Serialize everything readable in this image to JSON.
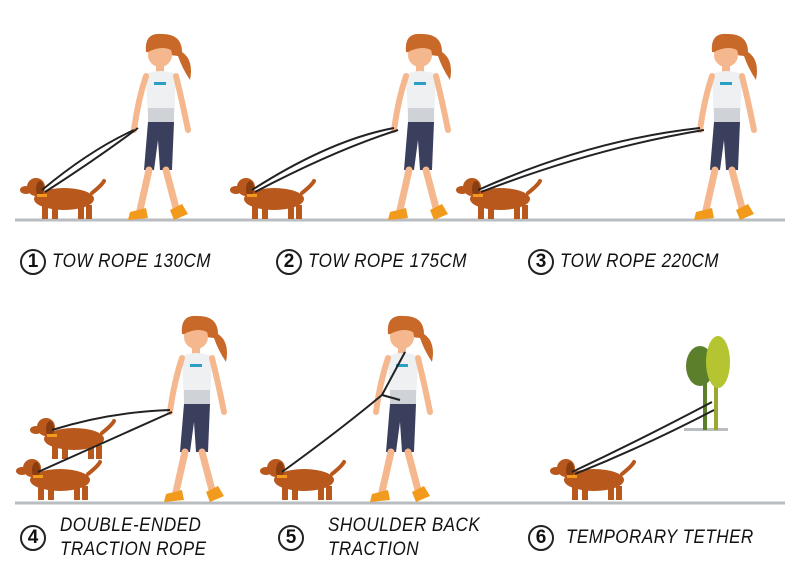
{
  "colors": {
    "hair": "#c8692a",
    "skin": "#f5b88e",
    "top": "#eef0f2",
    "pants": "#3b3f5e",
    "shoe": "#f29a1c",
    "dog": "#b8581c",
    "ground": "#b9bcc0",
    "tree_dark": "#5b7f2a",
    "tree_light": "#b5c531"
  },
  "items": [
    {
      "number": "1",
      "line1": "TOW ROPE 130CM"
    },
    {
      "number": "2",
      "line1": "TOW ROPE 175CM"
    },
    {
      "number": "3",
      "line1": "TOW ROPE 220CM"
    },
    {
      "number": "4",
      "line1": "DOUBLE-ENDED",
      "line2": "TRACTION ROPE"
    },
    {
      "number": "5",
      "line1": "SHOULDER BACK",
      "line2": "TRACTION"
    },
    {
      "number": "6",
      "line1": "TEMPORARY TETHER"
    }
  ]
}
